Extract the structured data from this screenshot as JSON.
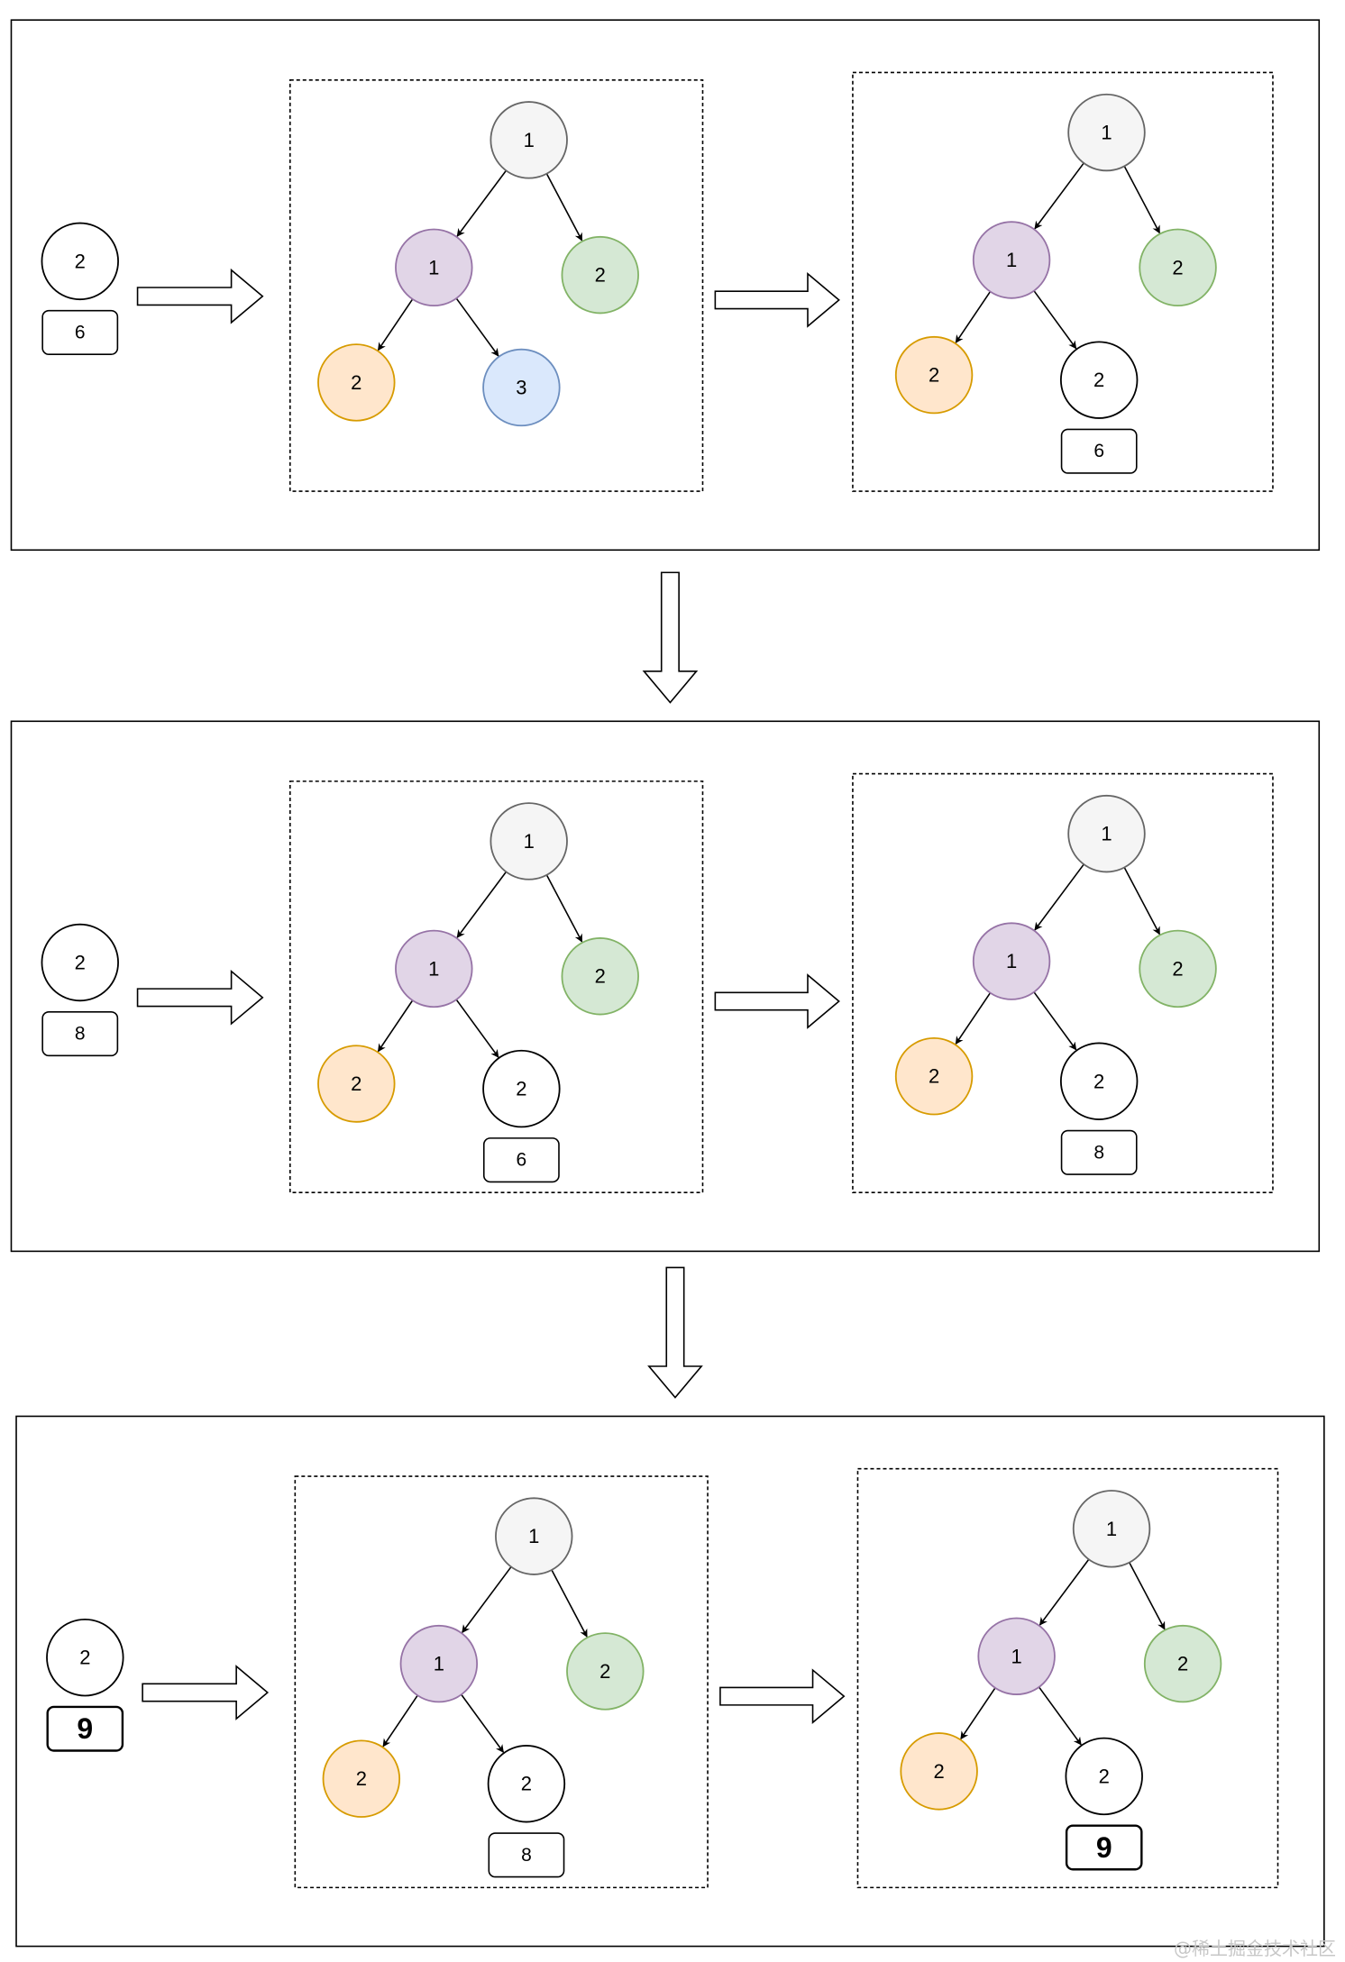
{
  "panels": [
    {
      "input": {
        "key": "2",
        "value": "6",
        "bold": false
      },
      "before": {
        "nodes": {
          "root": "1",
          "left": "1",
          "right": "2",
          "leftLeft": "2",
          "leftRight": "3"
        },
        "leftRightStyle": "blue",
        "valueBox": null
      },
      "after": {
        "nodes": {
          "root": "1",
          "left": "1",
          "right": "2",
          "leftLeft": "2",
          "leftRight": "2"
        },
        "leftRightStyle": "white",
        "valueBox": {
          "value": "6",
          "bold": false
        }
      }
    },
    {
      "input": {
        "key": "2",
        "value": "8",
        "bold": false
      },
      "before": {
        "nodes": {
          "root": "1",
          "left": "1",
          "right": "2",
          "leftLeft": "2",
          "leftRight": "2"
        },
        "leftRightStyle": "white",
        "valueBox": {
          "value": "6",
          "bold": false
        }
      },
      "after": {
        "nodes": {
          "root": "1",
          "left": "1",
          "right": "2",
          "leftLeft": "2",
          "leftRight": "2"
        },
        "leftRightStyle": "white",
        "valueBox": {
          "value": "8",
          "bold": false
        }
      }
    },
    {
      "input": {
        "key": "2",
        "value": "9",
        "bold": true
      },
      "before": {
        "nodes": {
          "root": "1",
          "left": "1",
          "right": "2",
          "leftLeft": "2",
          "leftRight": "2"
        },
        "leftRightStyle": "white",
        "valueBox": {
          "value": "8",
          "bold": false
        }
      },
      "after": {
        "nodes": {
          "root": "1",
          "left": "1",
          "right": "2",
          "leftLeft": "2",
          "leftRight": "2"
        },
        "leftRightStyle": "white",
        "valueBox": {
          "value": "9",
          "bold": true
        }
      }
    }
  ],
  "colors": {
    "root": {
      "fill": "#f5f5f5",
      "stroke": "#666666"
    },
    "left": {
      "fill": "#e1d5e7",
      "stroke": "#9673a6"
    },
    "right": {
      "fill": "#d5e8d4",
      "stroke": "#82b366"
    },
    "leftLeft": {
      "fill": "#ffe6cc",
      "stroke": "#d79b00"
    },
    "blue": {
      "fill": "#dae8fc",
      "stroke": "#6c8ebf"
    },
    "white": {
      "fill": "#ffffff",
      "stroke": "#000000"
    }
  },
  "watermark": "@稀土掘金技术社区"
}
